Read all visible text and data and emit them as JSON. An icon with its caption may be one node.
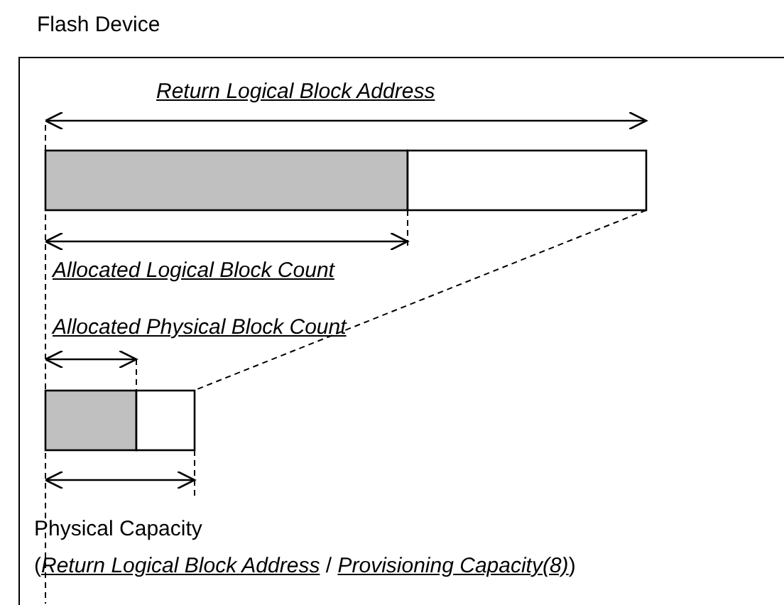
{
  "diagram": {
    "nodes": [
      {
        "text": [
          "Flash Device"
        ]
      }
    ],
    "labels": [
      "Return Logical Block Address",
      "Allocated Logical Block Count",
      "Allocated Physical Block Count",
      "Physical Capacity",
      "(*Return Logical Block Address* / *Provisioning Capacity(8)*)"
    ]
  }
}
